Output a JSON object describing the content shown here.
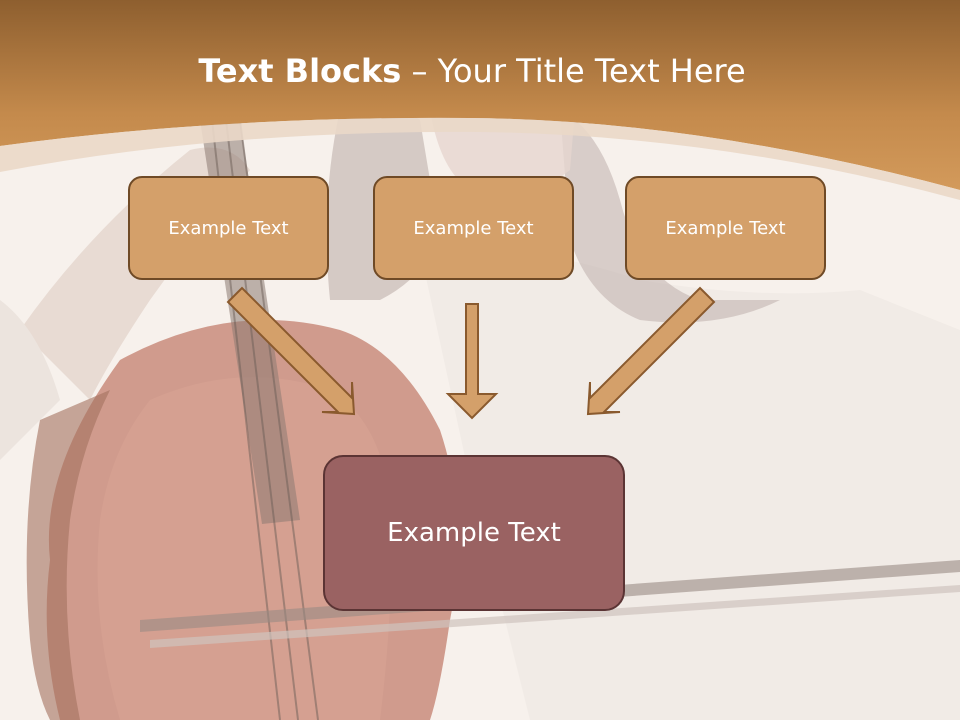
{
  "slide": {
    "title_bold": "Text Blocks",
    "title_rest": " – Your Title Text Here",
    "boxes": [
      {
        "label": "Example Text"
      },
      {
        "label": "Example Text"
      },
      {
        "label": "Example Text"
      }
    ],
    "main_box": {
      "label": "Example Text"
    }
  },
  "colors": {
    "header": "#c48a4c",
    "box_fill": "#d4a06a",
    "box_border": "#6f4a26",
    "main_fill": "#9a6262",
    "arrow_fill": "#d4a06a",
    "background": "#f7f1ec"
  }
}
